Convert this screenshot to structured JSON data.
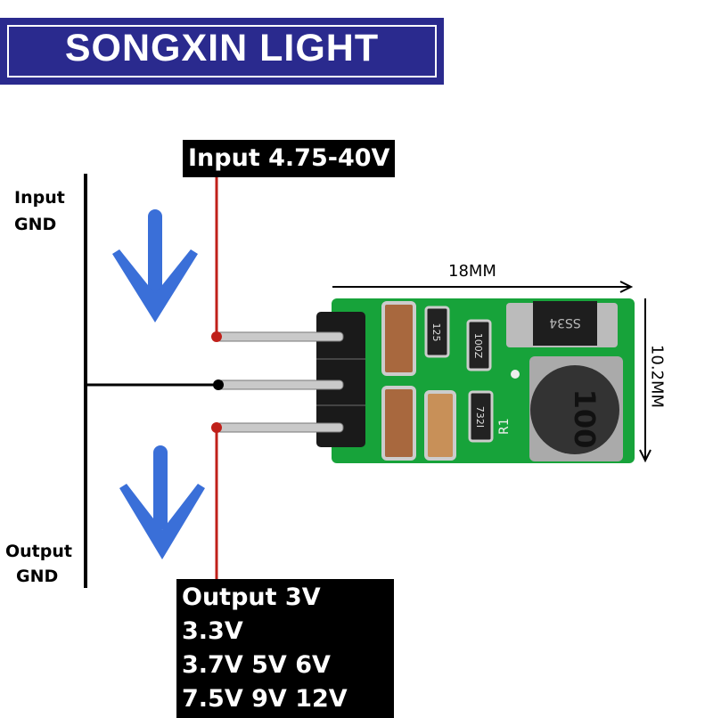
{
  "brand": {
    "name": "SONGXIN LIGHT"
  },
  "input": {
    "voltage_label": "Input 4.75-40V",
    "gnd_label_1": "Input",
    "gnd_label_2": "GND"
  },
  "output": {
    "voltage_lines": [
      "Output 3V 3.3V",
      "3.7V 5V 6V",
      "7.5V 9V 12V"
    ],
    "gnd_label_1": "Output",
    "gnd_label_2": "GND"
  },
  "dimensions": {
    "width": "18MM",
    "height": "10.2MM"
  },
  "board": {
    "markings": [
      "125",
      "100Z",
      "732I",
      "SS34",
      "100",
      "R1"
    ]
  },
  "colors": {
    "banner": "#2a2a8e",
    "arrow": "#3a6fd8",
    "wire": "#c0201a",
    "pcb": "#17a33a"
  }
}
